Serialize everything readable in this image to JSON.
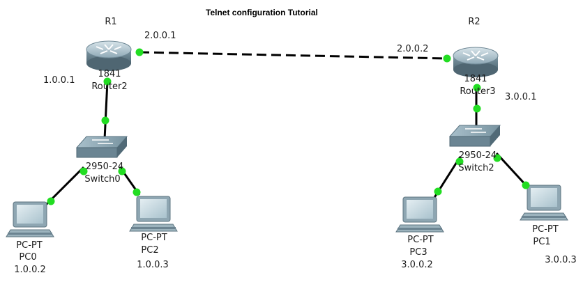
{
  "title": "Telnet configuration Tutorial",
  "routers": [
    {
      "id": "R1",
      "model": "1841",
      "name": "Router2"
    },
    {
      "id": "R2",
      "model": "1841",
      "name": "Router3"
    }
  ],
  "switches": [
    {
      "model": "2950-24",
      "name": "Switch0"
    },
    {
      "model": "2950-24",
      "name": "Switch2"
    }
  ],
  "pcs": [
    {
      "model": "PC-PT",
      "name": "PC0",
      "ip": "1.0.0.2"
    },
    {
      "model": "PC-PT",
      "name": "PC2",
      "ip": "1.0.0.3"
    },
    {
      "model": "PC-PT",
      "name": "PC3",
      "ip": "3.0.0.2"
    },
    {
      "model": "PC-PT",
      "name": "PC1",
      "ip": "3.0.0.3"
    }
  ],
  "interface_ips": {
    "r1_wan": "2.0.0.1",
    "r1_lan": "1.0.0.1",
    "r2_wan": "2.0.0.2",
    "r2_lan": "3.0.0.1"
  },
  "colors": {
    "link": "#000000",
    "port_up": "#22dd22",
    "router_body": "#8aa8b8",
    "switch_body": "#8aa8b8",
    "pc_screen": "#c8d8e0"
  },
  "icons": {
    "router": "router-icon",
    "switch": "switch-icon",
    "pc": "pc-icon"
  }
}
